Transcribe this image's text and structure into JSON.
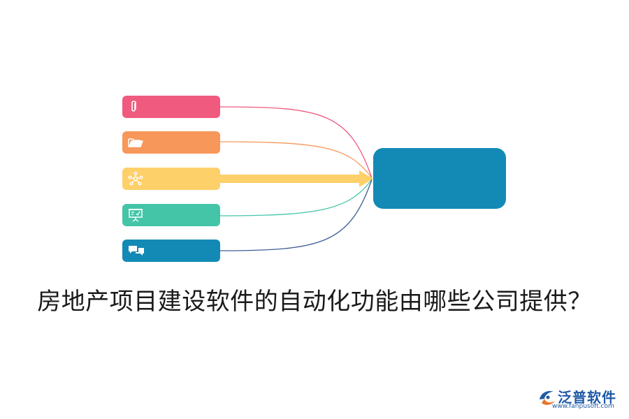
{
  "diagram": {
    "items": [
      {
        "icon": "paperclip-icon",
        "color": "#f05a7e"
      },
      {
        "icon": "folder-icon",
        "color": "#f7975a"
      },
      {
        "icon": "network-icon",
        "color": "#fdd06a"
      },
      {
        "icon": "presentation-icon",
        "color": "#44c5a8"
      },
      {
        "icon": "chat-icon",
        "color": "#138ab5"
      }
    ],
    "connector_colors": [
      "#f05a7e",
      "#f7975a",
      "#fdd06a",
      "#44c5a8",
      "#3e5f95"
    ],
    "center_color": "#138ab5"
  },
  "title": "房地产项目建设软件的自动化功能由哪些公司提供？",
  "logo": {
    "name": "泛普软件",
    "url": "www.fanpusoft.com",
    "color": "#1f5aa6"
  }
}
